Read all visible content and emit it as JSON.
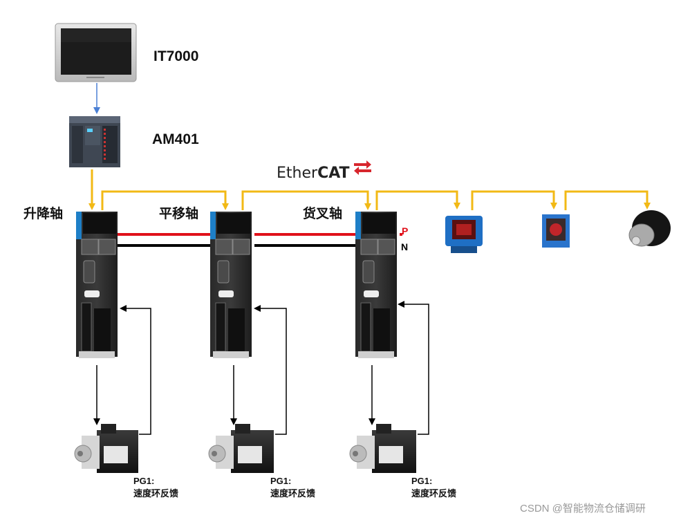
{
  "devices": {
    "hmi": {
      "label": "IT7000",
      "color": "#1c1c1c"
    },
    "plc": {
      "label": "AM401"
    },
    "drives": [
      {
        "label": "升降轴"
      },
      {
        "label": "平移轴"
      },
      {
        "label": "货叉轴"
      }
    ],
    "pg": [
      {
        "line1": "PG1:",
        "line2": "速度环反馈"
      },
      {
        "line1": "PG1:",
        "line2": "速度环反馈"
      },
      {
        "line1": "PG1:",
        "line2": "速度环反馈"
      }
    ]
  },
  "bus": {
    "name_prefix": "Ether",
    "name_suffix": "CAT",
    "color": "#f2b915"
  },
  "dc_bus": {
    "p_label": "P",
    "n_label": "N",
    "p_color": "#e0101a",
    "n_color": "#000000"
  },
  "link_color": "#4a7fd4",
  "watermark": "CSDN @智能物流仓储调研"
}
